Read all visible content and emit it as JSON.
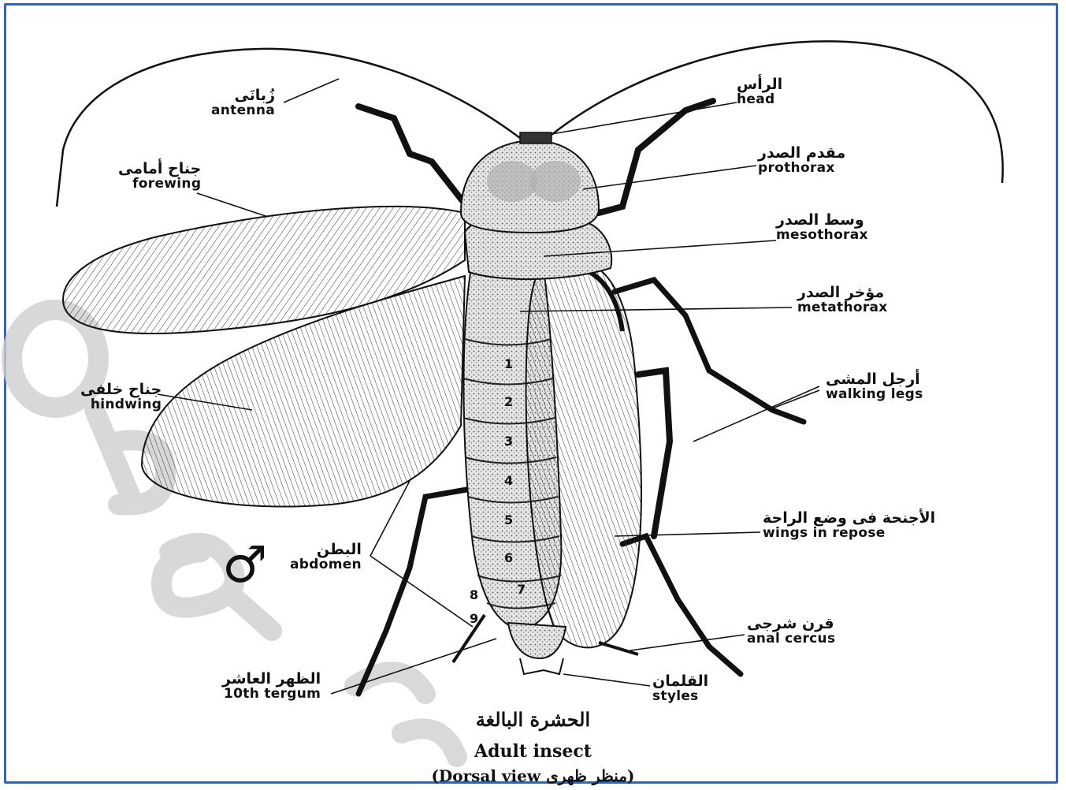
{
  "colors": {
    "frame": "#2f63c4",
    "ink": "#111111",
    "watermark": "#c8c8c8",
    "wing_fill": "#f2f2f2",
    "body_fill": "#d4d4d4"
  },
  "labels": {
    "antenna": {
      "ar": "زُبانَى",
      "en": "antenna"
    },
    "head": {
      "ar": "الرأس",
      "en": "head"
    },
    "forewing": {
      "ar": "جناح أمامى",
      "en": "forewing"
    },
    "prothorax": {
      "ar": "مقدم الصدر",
      "en": "prothorax"
    },
    "mesothorax": {
      "ar": "وسط الصدر",
      "en": "mesothorax"
    },
    "metathorax": {
      "ar": "مؤخر الصدر",
      "en": "metathorax"
    },
    "hindwing": {
      "ar": "جناح خلفى",
      "en": "hindwing"
    },
    "walking_legs": {
      "ar": "أرجل المشى",
      "en": "walking legs"
    },
    "wings_in_repose": {
      "ar": "الأجنحة فى وضع الراحة",
      "en": "wings in repose"
    },
    "abdomen": {
      "ar": "البطن",
      "en": "abdomen"
    },
    "anal_cercus": {
      "ar": "قرن شرجى",
      "en": "anal cercus"
    },
    "tergum_10": {
      "ar": "الظهر العاشر",
      "en": "10th tergum"
    },
    "styles": {
      "ar": "القلمان",
      "en": "styles"
    }
  },
  "segments": [
    "1",
    "2",
    "3",
    "4",
    "5",
    "6",
    "7",
    "8",
    "9"
  ],
  "male_symbol": "♂",
  "caption": {
    "ar": "الحشرة البالغة",
    "en": "Adult insect",
    "view": "(Dorsal view منظر ظهرى)"
  }
}
